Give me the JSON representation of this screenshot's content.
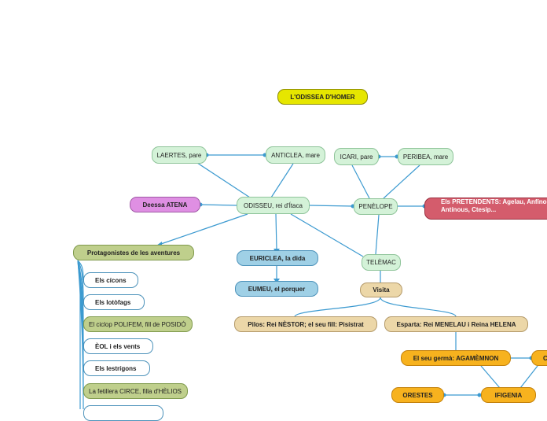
{
  "title": "L'ODISSEA D'HOMER",
  "nodes": {
    "laertes": "LAERTES, pare",
    "anticlea": "ANTICLEA, mare",
    "icari": "ICARI, pare",
    "peribea": "PERIBEA, mare",
    "atena": "Deessa ATENA",
    "odisseu": "ODISSEU, rei d'Ítaca",
    "penelope": "PENÈLOPE",
    "pretendents_line1": "Els PRETENDENTS: Agelau, Anfínom,",
    "pretendents_line2": "Antínous, Ctesip...",
    "protagonistes": "Protagonistes de les aventures",
    "euriclea": "EURICLEA, la dida",
    "telemac": "TELÈMAC",
    "eumeu": "EUMEU, el porquer",
    "visita": "Visita",
    "nestor": "Pilos: Rei NÈSTOR; el seu fill: Pisístrat",
    "menelau": "Esparta: Rei MENELAU i Reina HELENA",
    "agamemnon": "El seu germà: AGAMÈMNON",
    "partial_c": "C",
    "orestes": "ORESTES",
    "ifigenia": "IFIGENIA"
  },
  "adventures": [
    "Els cícons",
    "Els lotòfags",
    "El ciclop POLIFEM, fill de POSIDÓ",
    "ÈOL i els vents",
    "Els lestrígons",
    "La fetillera CIRCE, filla d'HÈLIOS"
  ],
  "colors": {
    "title": "#e6e600",
    "relatives": "#d4f2d8",
    "atena": "#df8fe3",
    "protagonistes": "#bfcf8c",
    "servants": "#9fd0e6",
    "visits": "#ecd7a8",
    "pretendents": "#d45c6c",
    "agamemnon_family": "#f7b21e",
    "connector": "#3c9ad0"
  }
}
